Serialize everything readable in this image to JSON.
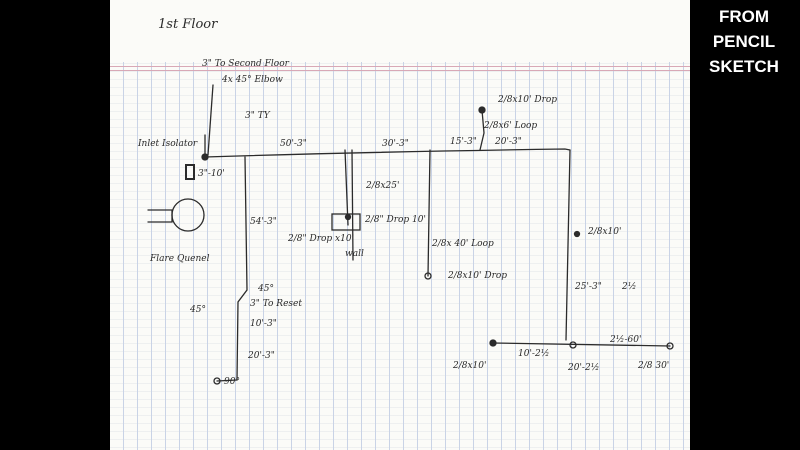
{
  "badge": {
    "line1": "FROM",
    "line2": "PENCIL",
    "line3": "SKETCH"
  },
  "sketch": {
    "title": "1st Floor",
    "labels": {
      "to_second_floor": "3\" To Second Floor",
      "elbow_note": "4x 45° Elbow",
      "tee_3": "3\" TY",
      "inlet_isolator": "Inlet Isolator",
      "inlet_pipe": "3\"-10'",
      "flare_quenel": "Flare Quenel",
      "run_50": "50'-3\"",
      "run_30": "30'-3\"",
      "run_15": "15'-3\"",
      "run_20": "20'-3\"",
      "drop_top": "2/8x10' Drop",
      "loop_6": "2/8x6' Loop",
      "drop_25": "2/8x25'",
      "drop_28_10": "2/8\" Drop 10'",
      "drop_2_8_x10": "2/8\" Drop x10'",
      "wall": "wall",
      "loop_40": "2/8x 40' Loop",
      "drop_bottom_mid": "2/8x10' Drop",
      "drop_right": "2/8x10'",
      "run_54": "54'-3\"",
      "deg45_a": "45°",
      "deg45_b": "45°",
      "to_reset": "3\" To Reset",
      "run_10_3": "10'-3\"",
      "run_20_3": "20'-3\"",
      "deg90": "90°",
      "run_25": "25'-3\"",
      "size_2half": "2½",
      "drop_bottom_left": "2/8x10'",
      "run_10_2half": "10'-2½",
      "run_20_2half": "20'-2½",
      "run_2half_60": "2½-60'",
      "drop_30": "2/8 30'"
    }
  }
}
